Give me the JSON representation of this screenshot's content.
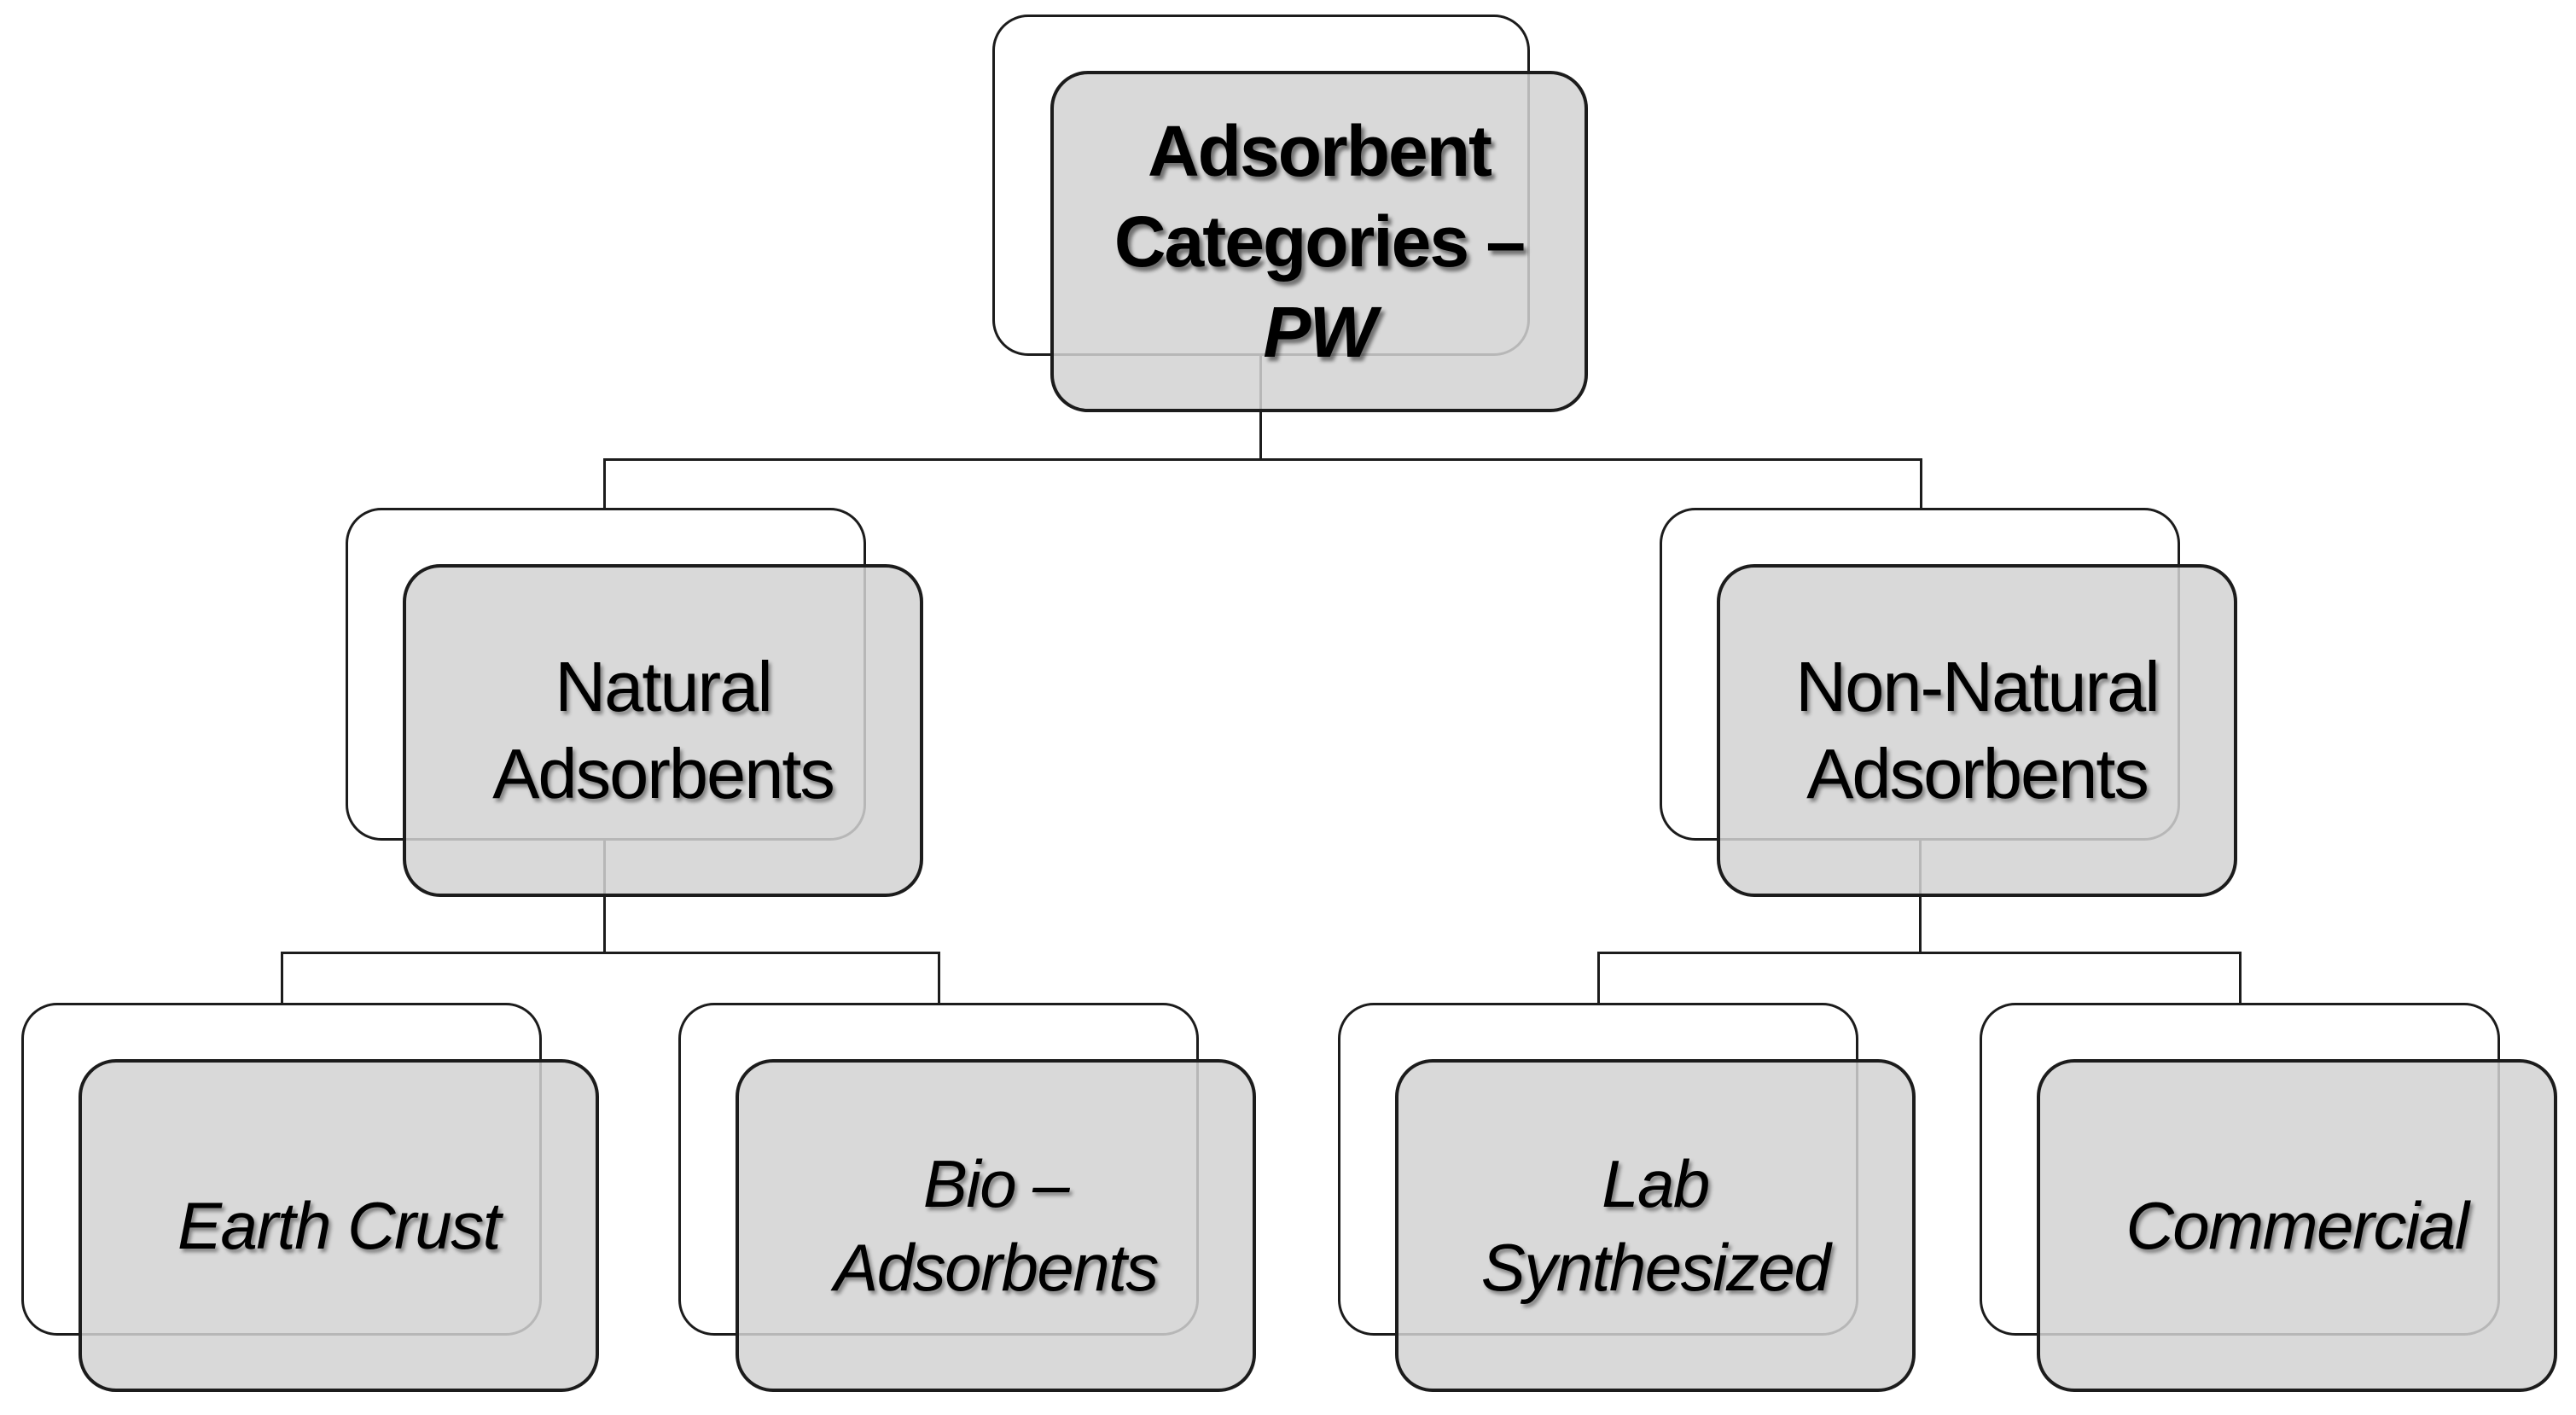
{
  "diagram": {
    "type": "hierarchy-org-chart",
    "background": "#ffffff",
    "colors": {
      "node_fill": "#d2d2d2",
      "node_border": "#1c1c1c",
      "back_card_fill": "#ffffff",
      "connector": "#1c1c1c",
      "text": "#000000"
    },
    "root": {
      "label": "Adsorbent Categories – PW",
      "lines": [
        "Adsorbent",
        "Categories –",
        "PW"
      ]
    },
    "level2": [
      {
        "label": "Natural Adsorbents",
        "lines": [
          "Natural",
          "Adsorbents"
        ]
      },
      {
        "label": "Non-Natural Adsorbents",
        "lines": [
          "Non-Natural",
          "Adsorbents"
        ]
      }
    ],
    "level3": [
      {
        "label": "Earth Crust",
        "lines": [
          "Earth Crust"
        ]
      },
      {
        "label": "Bio – Adsorbents",
        "lines": [
          "Bio –",
          "Adsorbents"
        ]
      },
      {
        "label": "Lab Synthesized",
        "lines": [
          "Lab",
          "Synthesized"
        ]
      },
      {
        "label": "Commercial",
        "lines": [
          "Commercial"
        ]
      }
    ],
    "edges": [
      {
        "from": "Adsorbent Categories – PW",
        "to": "Natural Adsorbents"
      },
      {
        "from": "Adsorbent Categories – PW",
        "to": "Non-Natural Adsorbents"
      },
      {
        "from": "Natural Adsorbents",
        "to": "Earth Crust"
      },
      {
        "from": "Natural Adsorbents",
        "to": "Bio – Adsorbents"
      },
      {
        "from": "Non-Natural Adsorbents",
        "to": "Lab Synthesized"
      },
      {
        "from": "Non-Natural Adsorbents",
        "to": "Commercial"
      }
    ]
  }
}
